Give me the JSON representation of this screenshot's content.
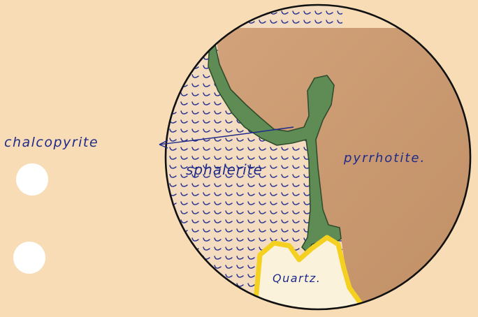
{
  "figure": {
    "labels": {
      "chalcopyrite": "chalcopyrite",
      "sphalerite": "sphalerite",
      "pyrrhotite": "pyrrhotite.",
      "quartz": "Quartz."
    },
    "colors": {
      "paper": "#f7dcb6",
      "pyrrhotite": "#c89a70",
      "chalcopyrite": "#5f8c55",
      "quartz_fill": "#fbf2dc",
      "quartz_rim": "#f4d020",
      "sphalerite_hatch": "#26308f",
      "ink": "#1f2a8a",
      "circle_outline": "#111111"
    }
  }
}
